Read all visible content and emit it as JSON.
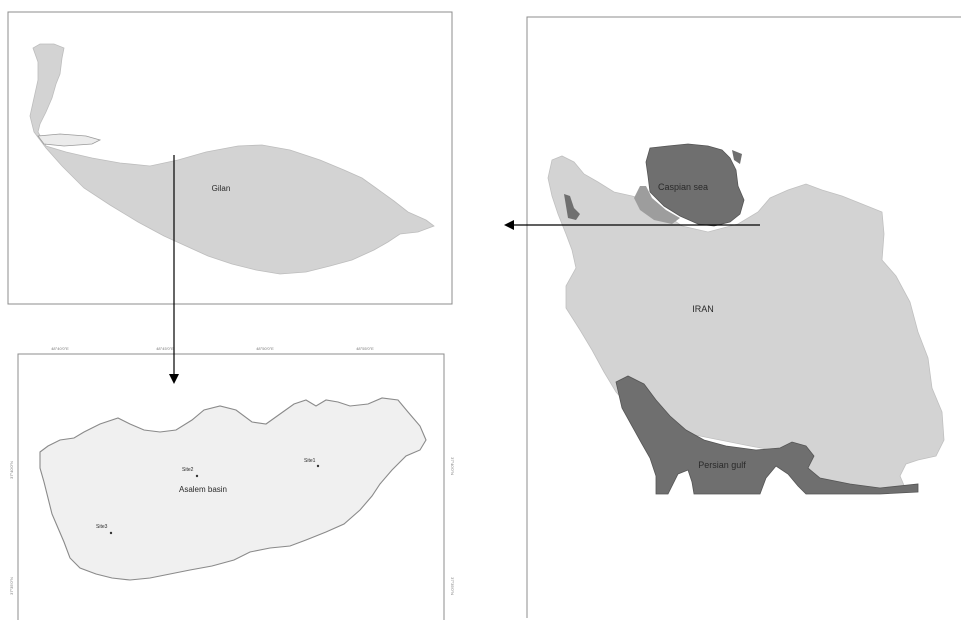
{
  "map": {
    "gilan_panel": {
      "region_label": "Gilan"
    },
    "iran_panel": {
      "country_label": "IRAN",
      "caspian_label": "Caspian sea",
      "gulf_label": "Persian gulf"
    },
    "basin_panel": {
      "basin_label": "Asalem basin",
      "sites": [
        "Site1",
        "Site2",
        "Site3"
      ],
      "top_ticks": [
        "48°40'0\"E",
        "48°45'0\"E",
        "48°50'0\"E",
        "48°55'0\"E"
      ],
      "left_ticks": [
        "37°40'0\"N",
        "37°35'0\"N"
      ],
      "right_ticks": [
        "37°40'0\"N",
        "37°35'0\"N"
      ]
    },
    "colors": {
      "land_light": "#d3d3d3",
      "water_dark": "#6f6f6f",
      "basin_fill": "#f0f0f0",
      "frame": "#8c8c8c",
      "arrow": "#000000"
    }
  }
}
